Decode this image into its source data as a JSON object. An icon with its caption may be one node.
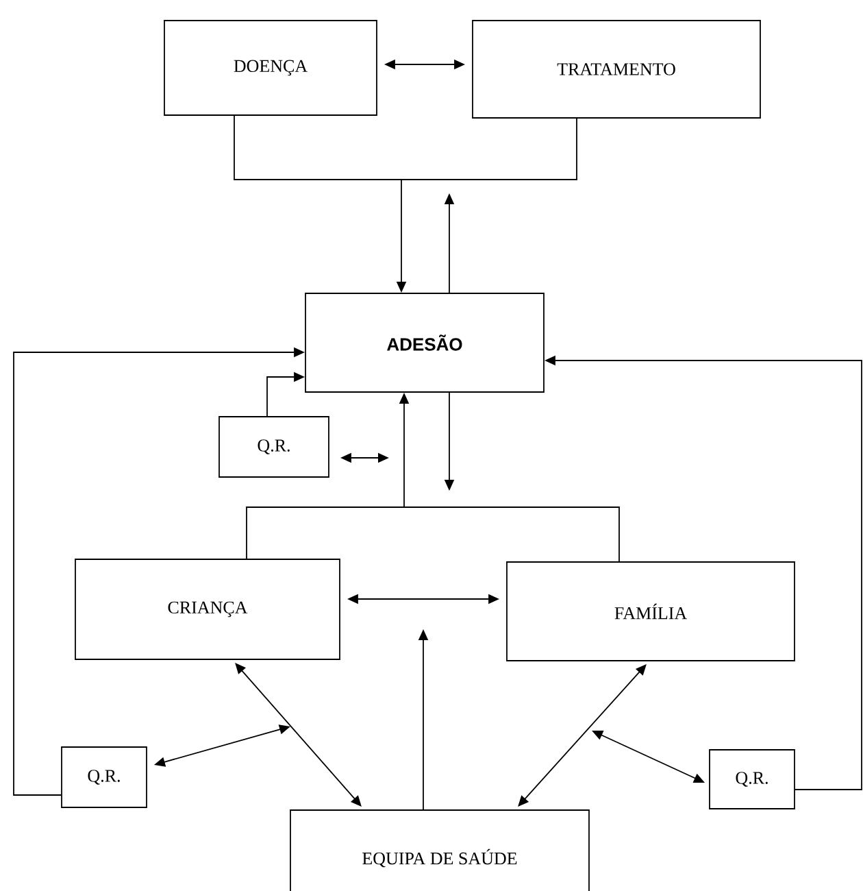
{
  "diagram": {
    "nodes": [
      {
        "text": [
          "DOENÇA"
        ]
      },
      {
        "text": [
          "TRATAMENTO"
        ]
      },
      {
        "text": [
          "ADESÃO"
        ]
      },
      {
        "text": [
          "Q.R."
        ]
      },
      {
        "text": [
          "CRIANÇA"
        ]
      },
      {
        "text": [
          "FAMÍLIA"
        ]
      },
      {
        "text": [
          "Q.R."
        ]
      },
      {
        "text": [
          "Q.R."
        ]
      },
      {
        "text": [
          "EQUIPA DE SAÚDE"
        ]
      }
    ],
    "edges": [
      {
        "from": 0,
        "to": 1,
        "arrow": "both"
      },
      {
        "from": 0,
        "to": 2,
        "arrow": "to"
      },
      {
        "from": 1,
        "to": 2,
        "arrow": "to"
      },
      {
        "from": 2,
        "to": null,
        "arrow": "to"
      },
      {
        "from": 6,
        "to": 2,
        "arrow": "to"
      },
      {
        "from": 3,
        "to": 2,
        "arrow": "to"
      },
      {
        "from": 3,
        "to": null,
        "arrow": "both"
      },
      {
        "from": 4,
        "to": 2,
        "arrow": "to"
      },
      {
        "from": 5,
        "to": 2,
        "arrow": "to"
      },
      {
        "from": 2,
        "to": null,
        "arrow": "to"
      },
      {
        "from": 4,
        "to": 5,
        "arrow": "both"
      },
      {
        "from": 8,
        "to": null,
        "arrow": "to"
      },
      {
        "from": 4,
        "to": 8,
        "arrow": "both"
      },
      {
        "from": 6,
        "to": null,
        "arrow": "both"
      },
      {
        "from": 5,
        "to": 8,
        "arrow": "both"
      },
      {
        "from": null,
        "to": 7,
        "arrow": "both"
      },
      {
        "from": 7,
        "to": 2,
        "arrow": "to"
      }
    ]
  }
}
